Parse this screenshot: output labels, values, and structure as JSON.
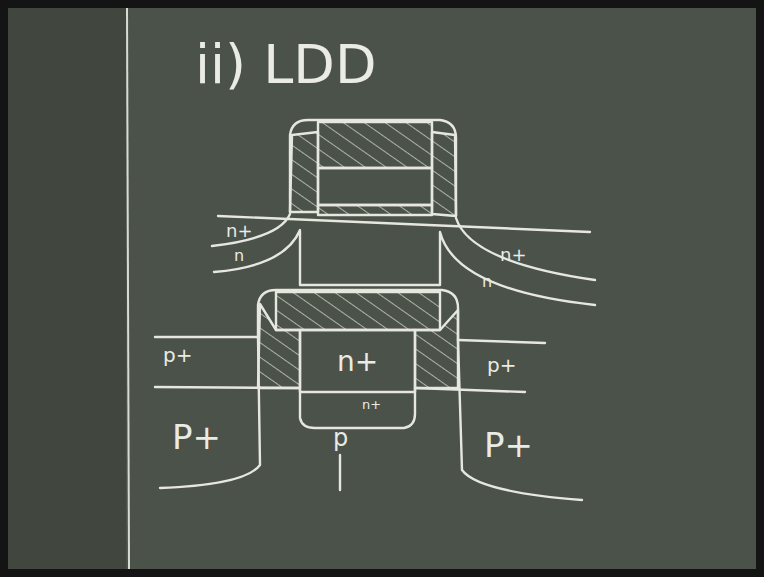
{
  "diagram": {
    "title": "ii) LDD",
    "labels": [
      "n+",
      "n",
      "n+",
      "n",
      "p+",
      "P+",
      "n+",
      "n+",
      "p",
      "p+",
      "P+"
    ]
  }
}
